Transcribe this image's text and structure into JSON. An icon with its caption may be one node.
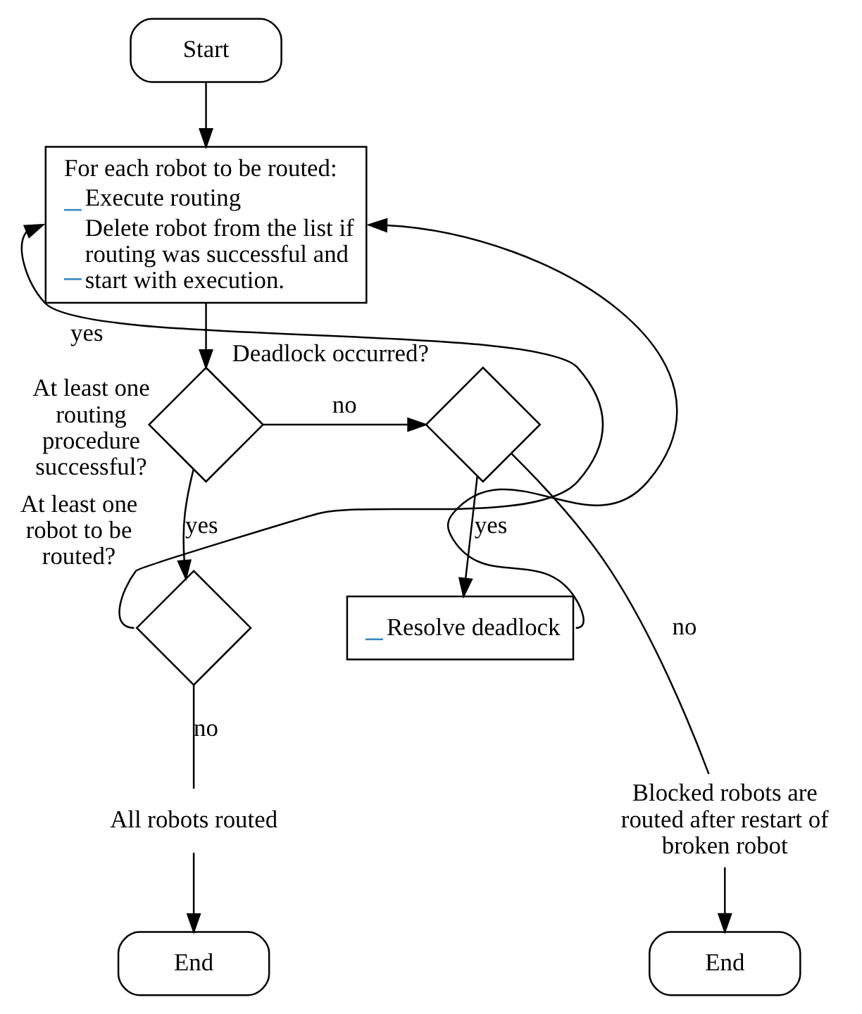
{
  "diagram": {
    "nodes": [
      {
        "text": [
          "Start"
        ]
      },
      {
        "text": [
          "For each robot to be routed:",
          "Execute routing",
          "Delete robot from the list if routing was successful and start with execution."
        ]
      },
      {
        "text": [],
        "shape": "diamond",
        "beside": [
          "At least one routing procedure successful?"
        ]
      },
      {
        "text": [],
        "shape": "diamond",
        "beside": [
          "Deadlock occurred?"
        ]
      },
      {
        "text": [],
        "shape": "diamond",
        "beside": [
          "At least one robot to be routed?"
        ]
      },
      {
        "text": [
          "Resolve deadlock"
        ]
      },
      {
        "text": [
          "All robots routed"
        ]
      },
      {
        "text": [
          "Blocked robots are routed after restart of broken robot"
        ]
      },
      {
        "text": [
          "End"
        ]
      },
      {
        "text": [
          "End"
        ]
      }
    ],
    "edges": [
      {
        "from": 0,
        "to": 1,
        "arrow": "to"
      },
      {
        "from": 1,
        "to": 2,
        "arrow": "to"
      },
      {
        "from": 2,
        "to": 3,
        "label": "no",
        "arrow": "to"
      },
      {
        "from": 2,
        "to": 4,
        "label": "yes",
        "arrow": "to"
      },
      {
        "from": 3,
        "to": 5,
        "label": "yes",
        "arrow": "to"
      },
      {
        "from": 3,
        "to": 7,
        "label": "no",
        "arrow": "none"
      },
      {
        "from": 4,
        "to": 1,
        "label": "yes",
        "arrow": "to"
      },
      {
        "from": 5,
        "to": 1,
        "arrow": "to"
      },
      {
        "from": 4,
        "to": 6,
        "label": "no",
        "arrow": "none"
      },
      {
        "from": 6,
        "to": 8,
        "arrow": "to"
      },
      {
        "from": 7,
        "to": 9,
        "arrow": "to"
      }
    ]
  }
}
